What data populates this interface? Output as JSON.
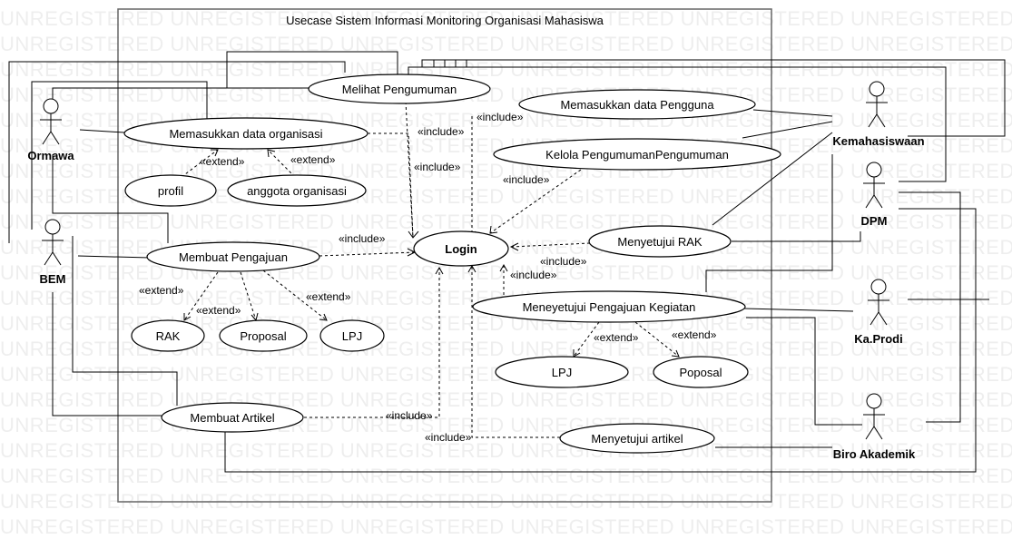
{
  "watermark": "UNREGISTERED UNREGISTERED UNREGISTERED UNREGISTERED UNREGISTERED UNREGISTERED",
  "system_title": "Usecase Sistem Informasi Monitoring Organisasi Mahasiswa",
  "actors": {
    "ormawa": "Ormawa",
    "bem": "BEM",
    "kemahasiswaan": "Kemahasiswaan",
    "dpm": "DPM",
    "kaprodi": "Ka.Prodi",
    "biro": "Biro Akademik"
  },
  "usecases": {
    "melihat_pengumuman": "Melihat Pengumuman",
    "memasukkan_data_organisasi": "Memasukkan data organisasi",
    "profil": "profil",
    "anggota_organisasi": "anggota organisasi",
    "membuat_pengajuan": "Membuat Pengajuan",
    "rak": "RAK",
    "proposal": "Proposal",
    "lpj": "LPJ",
    "membuat_artikel": "Membuat Artikel",
    "login": "Login",
    "memasukkan_data_pengguna": "Memasukkan data Pengguna",
    "kelola_pengumuman": "Kelola PengumumanPengumuman",
    "menyetujui_rak": "Menyetujui RAK",
    "menyetujui_pengajuan": "Meneyetujui Pengajuan Kegiatan",
    "lpj2": "LPJ",
    "poposal": "Poposal",
    "menyetujui_artikel": "Menyetujui artikel"
  },
  "relations": {
    "include": "«include»",
    "extend": "«extend»"
  }
}
